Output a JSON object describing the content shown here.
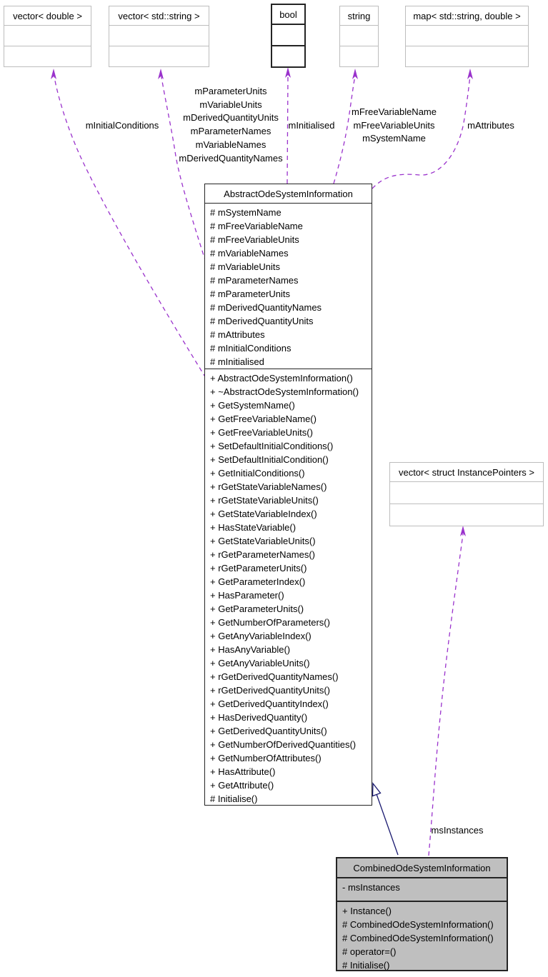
{
  "colors": {
    "usage_edge": "#9a32cc",
    "inheritance_edge": "#191970",
    "highlight_fill": "#bfbfbf",
    "dark_border": "#242424",
    "light_border": "#bdbdbd"
  },
  "classes": {
    "vector_double": {
      "title": "vector< double >"
    },
    "vector_string": {
      "title": "vector< std::string >"
    },
    "bool": {
      "title": "bool"
    },
    "string": {
      "title": "string"
    },
    "map": {
      "title": "map< std::string, double >"
    },
    "instance_pointers": {
      "title": "vector< struct InstancePointers >"
    },
    "abstract": {
      "title": "AbstractOdeSystemInformation",
      "attributes": [
        "# mSystemName",
        "# mFreeVariableName",
        "# mFreeVariableUnits",
        "# mVariableNames",
        "# mVariableUnits",
        "# mParameterNames",
        "# mParameterUnits",
        "# mDerivedQuantityNames",
        "# mDerivedQuantityUnits",
        "# mAttributes",
        "# mInitialConditions",
        "# mInitialised"
      ],
      "methods": [
        "+ AbstractOdeSystemInformation()",
        "+ ~AbstractOdeSystemInformation()",
        "+ GetSystemName()",
        "+ GetFreeVariableName()",
        "+ GetFreeVariableUnits()",
        "+ SetDefaultInitialConditions()",
        "+ SetDefaultInitialCondition()",
        "+ GetInitialConditions()",
        "+ rGetStateVariableNames()",
        "+ rGetStateVariableUnits()",
        "+ GetStateVariableIndex()",
        "+ HasStateVariable()",
        "+ GetStateVariableUnits()",
        "+ rGetParameterNames()",
        "+ rGetParameterUnits()",
        "+ GetParameterIndex()",
        "+ HasParameter()",
        "+ GetParameterUnits()",
        "+ GetNumberOfParameters()",
        "+ GetAnyVariableIndex()",
        "+ HasAnyVariable()",
        "+ GetAnyVariableUnits()",
        "+ rGetDerivedQuantityNames()",
        "+ rGetDerivedQuantityUnits()",
        "+ GetDerivedQuantityIndex()",
        "+ HasDerivedQuantity()",
        "+ GetDerivedQuantityUnits()",
        "+ GetNumberOfDerivedQuantities()",
        "+ GetNumberOfAttributes()",
        "+ HasAttribute()",
        "+ GetAttribute()",
        "# Initialise()"
      ]
    },
    "combined": {
      "title": "CombinedOdeSystemInformation",
      "attributes": [
        "- msInstances"
      ],
      "methods": [
        "+ Instance()",
        "# CombinedOdeSystemInformation()",
        "# CombinedOdeSystemInformation()",
        "# operator=()",
        "# Initialise()"
      ]
    }
  },
  "edge_labels": {
    "initial_conditions": [
      "mInitialConditions"
    ],
    "units_names": [
      "mParameterUnits",
      "mVariableUnits",
      "mDerivedQuantityUnits",
      "mParameterNames",
      "mVariableNames",
      "mDerivedQuantityNames"
    ],
    "initialised": [
      "mInitialised"
    ],
    "free_variable": [
      "mFreeVariableName",
      "mFreeVariableUnits",
      "mSystemName"
    ],
    "attributes": [
      "mAttributes"
    ],
    "ms_instances": [
      "msInstances"
    ]
  }
}
